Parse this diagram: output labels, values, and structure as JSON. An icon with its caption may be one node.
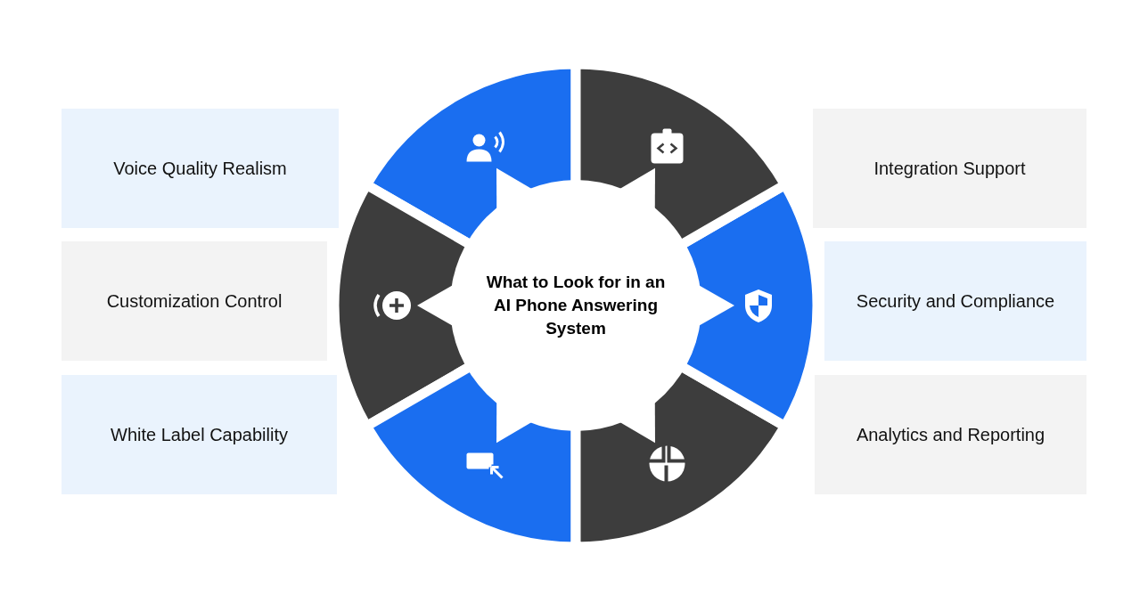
{
  "diagram": {
    "nodes": [
      {
        "text": [
          "What to Look for in an AI Phone Answering System"
        ]
      },
      {
        "text": [
          "Voice Quality Realism"
        ]
      },
      {
        "text": [
          "Integration Support"
        ]
      },
      {
        "text": [
          "Customization Control"
        ]
      },
      {
        "text": [
          "Security and Compliance"
        ]
      },
      {
        "text": [
          "White Label Capability"
        ]
      },
      {
        "text": [
          "Analytics and Reporting"
        ]
      }
    ]
  }
}
